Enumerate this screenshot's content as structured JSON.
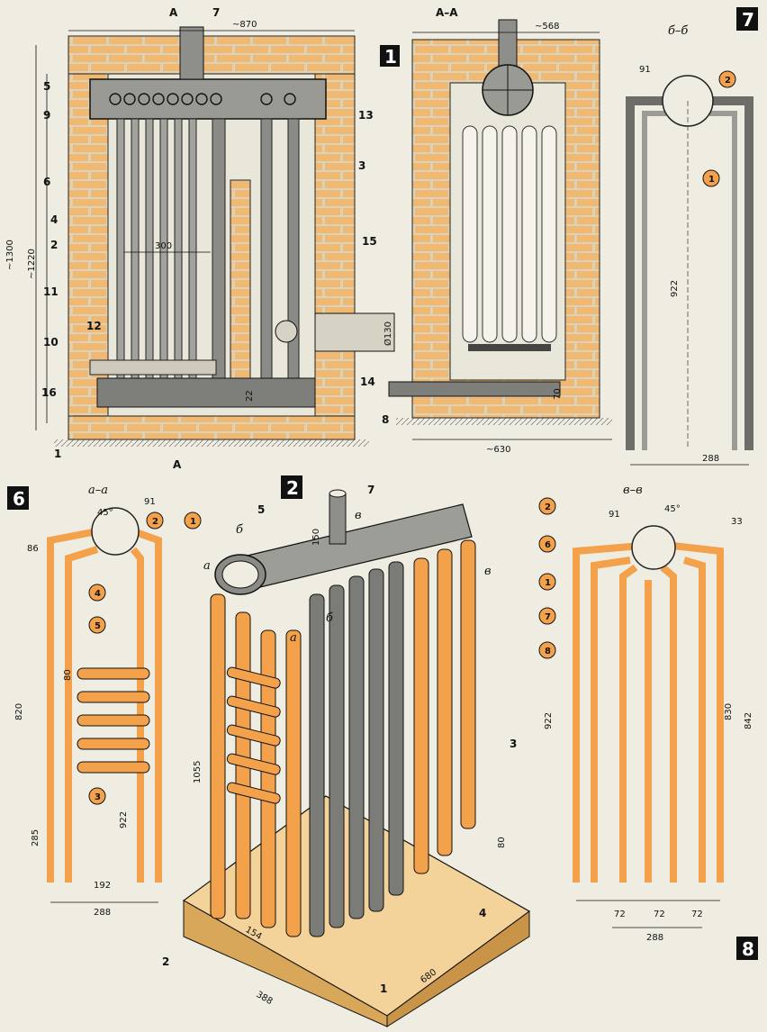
{
  "figure_numbers": [
    "1",
    "2",
    "6",
    "7",
    "8"
  ],
  "section_titles": {
    "aa_front": "А",
    "aa_section": "А–А",
    "bb": "б–б",
    "a_a": "а–а",
    "v_v": "в–в",
    "arrow_a": "а",
    "arrow_b": "б",
    "arrow_v": "в"
  },
  "fig1": {
    "part_labels": [
      "5",
      "9",
      "13",
      "6",
      "4",
      "3",
      "2",
      "11",
      "12",
      "10",
      "16",
      "1",
      "7",
      "15",
      "14",
      "8"
    ],
    "dims": {
      "width": "~870",
      "height_outer": "~1300",
      "height_inner": "~1220",
      "inner": "300",
      "bottom": "22",
      "pipe": "Ø130",
      "depth": "~568",
      "depth_bottom": "~630",
      "grate": "70"
    }
  },
  "fig7": {
    "part_labels": [
      "2",
      "1"
    ],
    "dims": {
      "d": "91",
      "h": "922",
      "w": "288"
    }
  },
  "fig6": {
    "part_labels": [
      "2",
      "1",
      "4",
      "5",
      "3"
    ],
    "dims": {
      "angle": "45°",
      "d1": "86",
      "d2": "91",
      "h1": "820",
      "step": "80",
      "h2": "285",
      "h3": "922",
      "w1": "192",
      "w2": "288"
    }
  },
  "fig2": {
    "part_labels": [
      "5",
      "7",
      "3",
      "2",
      "4",
      "1"
    ],
    "dims": {
      "h_pipe": "150",
      "h_total": "1055",
      "w1": "154",
      "w2": "388",
      "length": "680",
      "base": "80"
    }
  },
  "fig8": {
    "part_labels": [
      "2",
      "6",
      "1",
      "7",
      "8"
    ],
    "dims": {
      "d": "91",
      "angle": "45°",
      "d2": "33",
      "h1": "922",
      "h2": "830",
      "h3": "842",
      "s1": "72",
      "s2": "72",
      "s3": "72",
      "w": "288"
    }
  },
  "colors": {
    "paper": "#efece2",
    "brick": "#f0b870",
    "mortar": "#d8d0b8",
    "pipe_grey": "#8a8a86",
    "pipe_orange": "#f3a24b",
    "outline": "#1a1a1a"
  }
}
